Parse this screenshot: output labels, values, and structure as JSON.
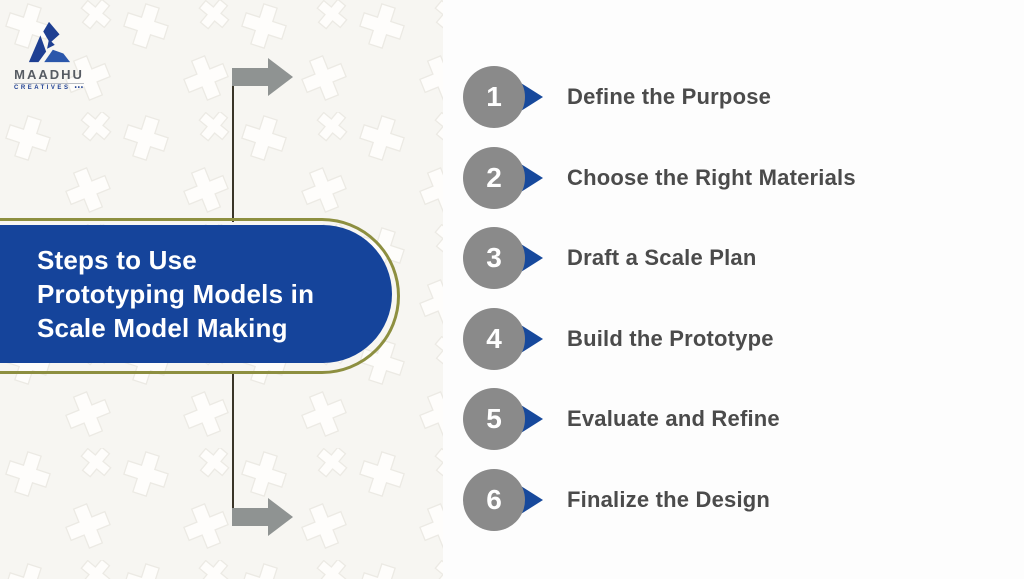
{
  "logo": {
    "brand": "MAADHU",
    "sub": "CREATIVES",
    "sub_dots": "•••",
    "mark_icon": "maadhu-pinwheel-logo"
  },
  "banner": {
    "title_lines": [
      "Steps to Use",
      "Prototyping Models in",
      "Scale Model Making"
    ]
  },
  "steps": [
    {
      "number": "1",
      "label": "Define the Purpose"
    },
    {
      "number": "2",
      "label": "Choose the Right Materials"
    },
    {
      "number": "3",
      "label": "Draft a Scale Plan"
    },
    {
      "number": "4",
      "label": "Build the Prototype"
    },
    {
      "number": "5",
      "label": "Evaluate and Refine"
    },
    {
      "number": "6",
      "label": "Finalize the Design"
    }
  ],
  "colors": {
    "banner-blue": "#15449b",
    "banner-border-olive": "#8d8f40",
    "banner-text": "#ffffff",
    "circle-gray": "#8a8a8a",
    "triangle-blue": "#17499c",
    "arrow-gray": "#8f9392",
    "connector-line": "#3a3528",
    "step-label": "#4b4b4b",
    "left-bg": "#f7f6f2",
    "panel-bg": "#fdfdfd",
    "logo-blue": "#1e3f92",
    "pattern-stroke": "#eceae4",
    "pattern-fill": "#fefdfb"
  }
}
